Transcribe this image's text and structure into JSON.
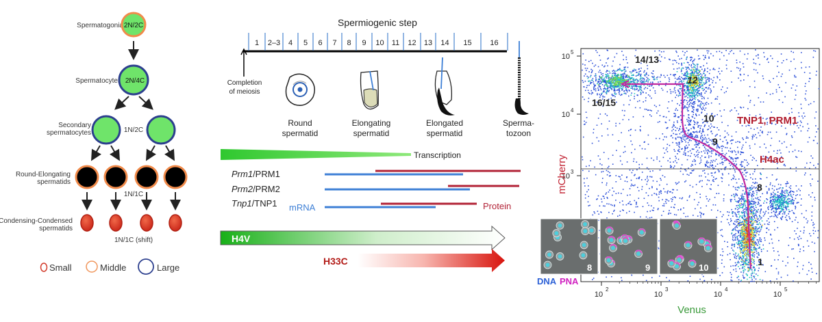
{
  "lineage": {
    "stages": [
      {
        "label": "Spermatogonia",
        "ploidy": "2N/2C"
      },
      {
        "label": "Spermatocytes",
        "ploidy": "2N/4C"
      },
      {
        "label1": "Secondary",
        "label2": "spermatocytes",
        "ploidy": "1N/2C"
      },
      {
        "label1": "Round-Elongating",
        "label2": "spermatids",
        "ploidy": "1N/1C"
      },
      {
        "label1": "Condensing-Condensed",
        "label2": "spermatids",
        "ploidy": "1N/1C (shift)"
      }
    ],
    "legend": [
      {
        "label": "Small",
        "color": "#d23a2a"
      },
      {
        "label": "Middle",
        "color": "#f0955a"
      },
      {
        "label": "Large",
        "color": "#2c3f8e"
      }
    ]
  },
  "spermiogenesis": {
    "title": "Spermiogenic step",
    "steps": [
      "1",
      "2–3",
      "4",
      "5",
      "6",
      "7",
      "8",
      "9",
      "10",
      "11",
      "12",
      "13",
      "14",
      "15",
      "16"
    ],
    "meiosis_label1": "Completion",
    "meiosis_label2": "of meiosis",
    "cells": [
      {
        "line1": "Round",
        "line2": "spermatid"
      },
      {
        "line1": "Elongating",
        "line2": "spermatid"
      },
      {
        "line1": "Elongated",
        "line2": "spermatid"
      },
      {
        "line1": "Sperma-",
        "line2": "tozoon"
      }
    ],
    "transcription_label": "Transcription",
    "genes": [
      {
        "italic": "Prm1",
        "rest": "/PRM1"
      },
      {
        "italic": "Prm2",
        "rest": "/PRM2"
      },
      {
        "italic": "Tnp1",
        "rest": "/TNP1"
      }
    ],
    "mrna_label": "mRNA",
    "protein_label": "Protein",
    "h4v_label": "H4V",
    "h33c_label": "H33C",
    "colors": {
      "mrna": "#3d7fd6",
      "protein": "#b22236",
      "h4v": "#3cc43a",
      "h33c": "#e0201c"
    }
  },
  "facs": {
    "xlabel": "Venus",
    "ylabel": "mCherry",
    "x_ticks": [
      "10",
      "10",
      "10",
      "10",
      "10"
    ],
    "x_exps": [
      "2",
      "3",
      "4",
      "5"
    ],
    "y_ticks": [
      "10",
      "10",
      "10"
    ],
    "y_exps": [
      "3",
      "4",
      "5"
    ],
    "annotations": [
      "14/13",
      "12",
      "16/15",
      "10",
      "9",
      "8",
      "1"
    ],
    "tnp_label": "TNP1, PRM1",
    "h4ac_label": "H4ac",
    "inset_labels": [
      "8",
      "9",
      "10"
    ],
    "dna_label": "DNA",
    "pna_label": "PNA"
  }
}
